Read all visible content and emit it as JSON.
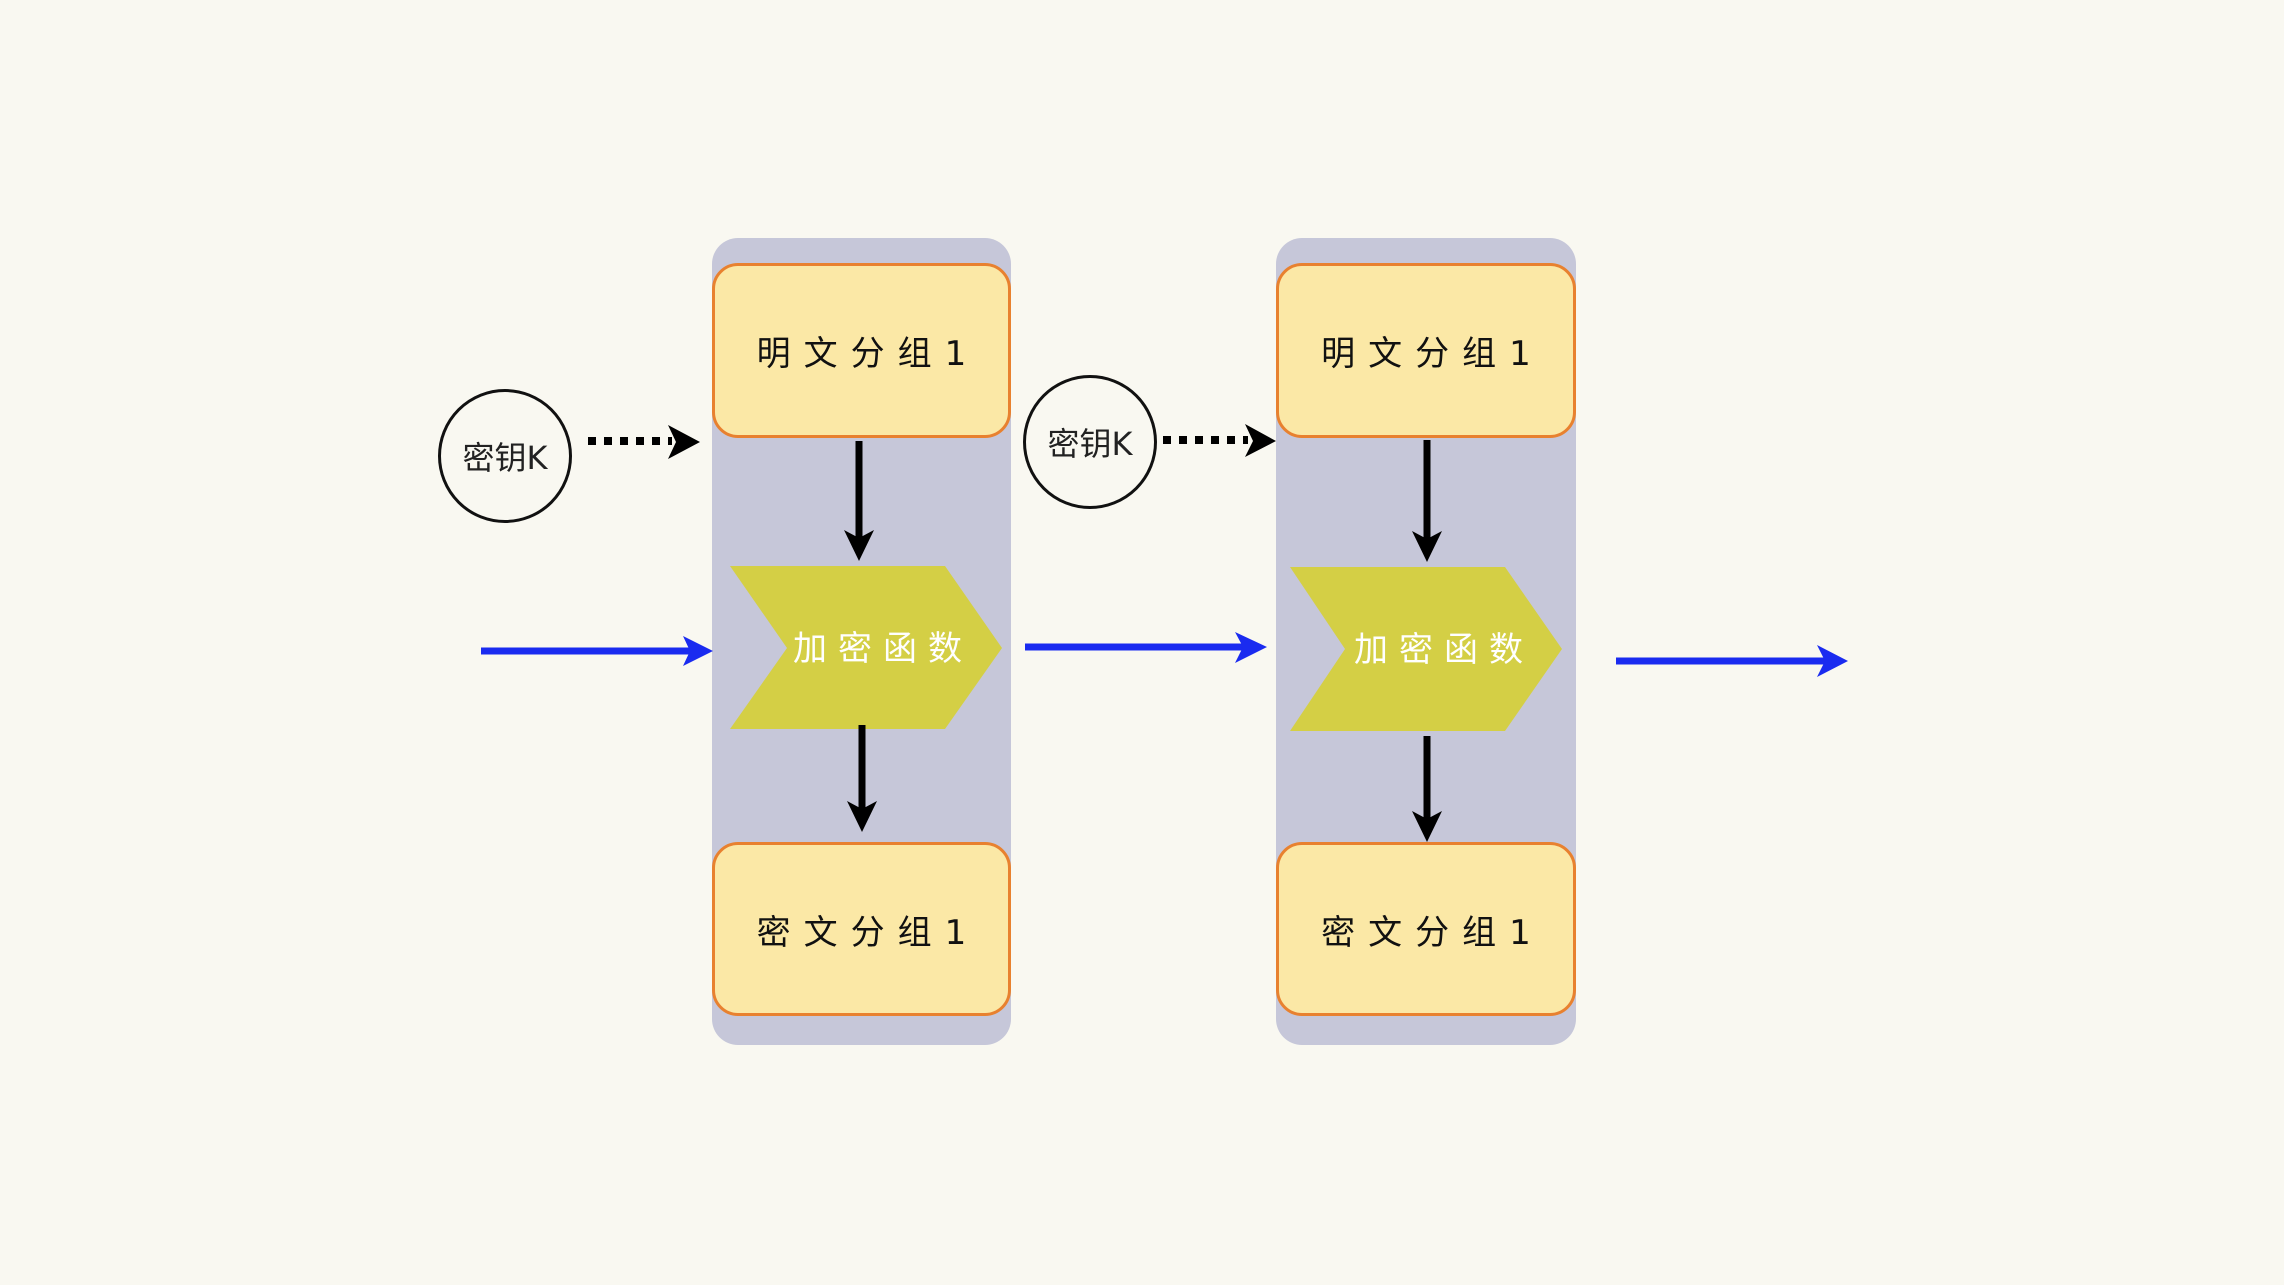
{
  "diagram": {
    "title": "",
    "colors": {
      "background": "#F9F8F1",
      "panel": "#C6C7D9",
      "block_fill": "#FBE8A6",
      "block_border": "#E8812F",
      "function_fill": "#D4CF45",
      "chain_arrow": "#1A2BF0",
      "flow_arrow": "#000000"
    },
    "stages": [
      {
        "key_label": "密钥K",
        "plaintext_label": "明文分组1",
        "function_label": "加密函数",
        "ciphertext_label": "密文分组1"
      },
      {
        "key_label": "密钥K",
        "plaintext_label": "明文分组1",
        "function_label": "加密函数",
        "ciphertext_label": "密文分组1"
      }
    ],
    "connections": [
      {
        "from": "input",
        "to": "stage-1-function",
        "style": "solid-blue"
      },
      {
        "from": "stage-1-function",
        "to": "stage-2-function",
        "style": "solid-blue"
      },
      {
        "from": "stage-2-function",
        "to": "output",
        "style": "solid-blue"
      },
      {
        "from": "key-1",
        "to": "stage-1",
        "style": "dotted-black"
      },
      {
        "from": "key-2",
        "to": "stage-2",
        "style": "dotted-black"
      },
      {
        "from": "plaintext",
        "to": "function",
        "style": "solid-black"
      },
      {
        "from": "function",
        "to": "ciphertext",
        "style": "solid-black"
      }
    ]
  }
}
